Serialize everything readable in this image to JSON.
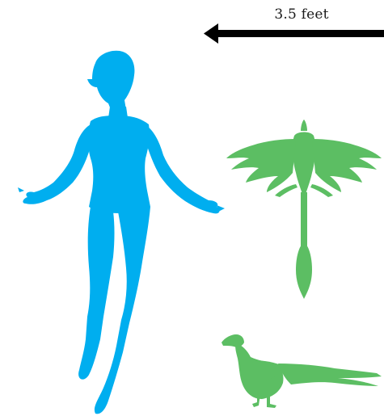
{
  "scale_bar": {
    "label": "3.5 feet",
    "line_color": "#000000",
    "direction": "left-arrowhead"
  },
  "figures": [
    {
      "name": "human-silhouette",
      "color": "#00aeef"
    },
    {
      "name": "flying-feathered-dinosaur-silhouette",
      "color": "#5cbe63"
    },
    {
      "name": "perched-feathered-dinosaur-silhouette",
      "color": "#5cbe63"
    }
  ]
}
